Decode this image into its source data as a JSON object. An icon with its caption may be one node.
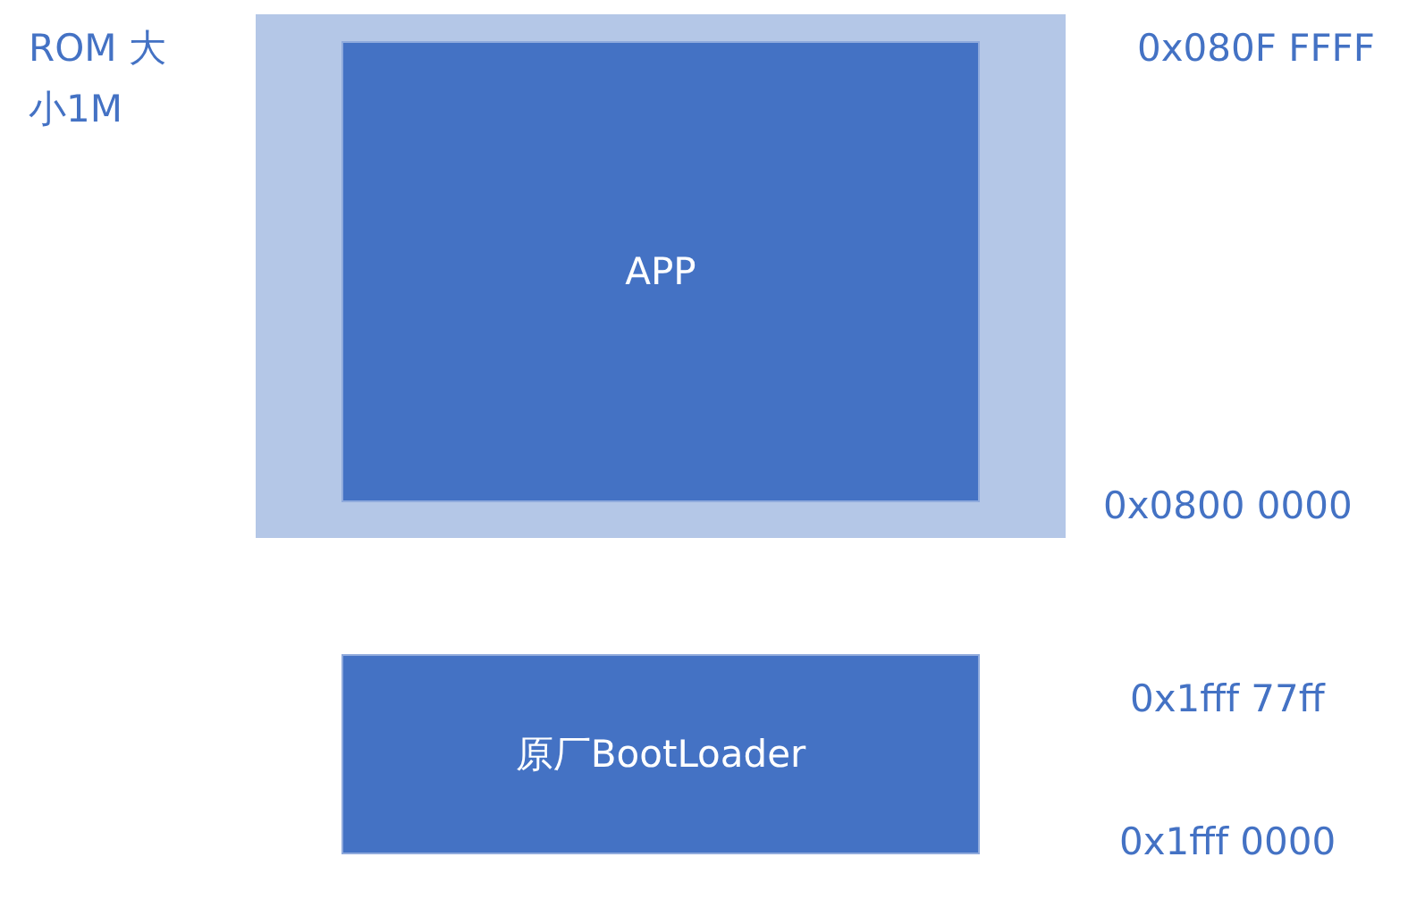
{
  "diagram": {
    "nodes": [
      {
        "text": [],
        "shape": "box"
      },
      {
        "text": [
          "APP"
        ],
        "in": 0
      },
      {
        "text": [
          "原厂BootLoader"
        ]
      }
    ],
    "labels": [
      "ROM 大小1M",
      "0x080F FFFF",
      "0x0800 0000",
      "0x1fff 77ff",
      "0x1fff 0000"
    ]
  }
}
